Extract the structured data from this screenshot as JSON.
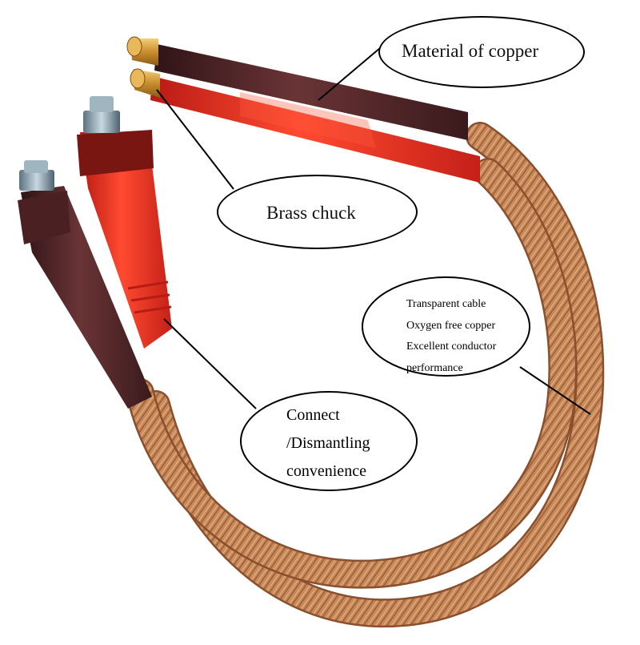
{
  "callouts": {
    "material": {
      "text": "Material of  copper"
    },
    "brass": {
      "text": "Brass chuck"
    },
    "cable": {
      "lines": [
        "Transparent cable",
        "Oxygen free copper",
        "Excellent conductor",
        "performance"
      ]
    },
    "connect": {
      "lines": [
        "Connect",
        "/Dismantling",
        "convenience"
      ]
    }
  },
  "colors": {
    "copper": "#c98a5a",
    "copper_dark": "#9a5a36",
    "red_sleeve": "#e8271f",
    "dark_sleeve": "#4a2325",
    "red_plug": "#e7361f",
    "brown_plug": "#51282a",
    "brass": "#d9a441",
    "steel": "#8aa4b0"
  },
  "icons": [
    "brass-chuck-icon",
    "welding-plug-icon",
    "cable-icon"
  ]
}
